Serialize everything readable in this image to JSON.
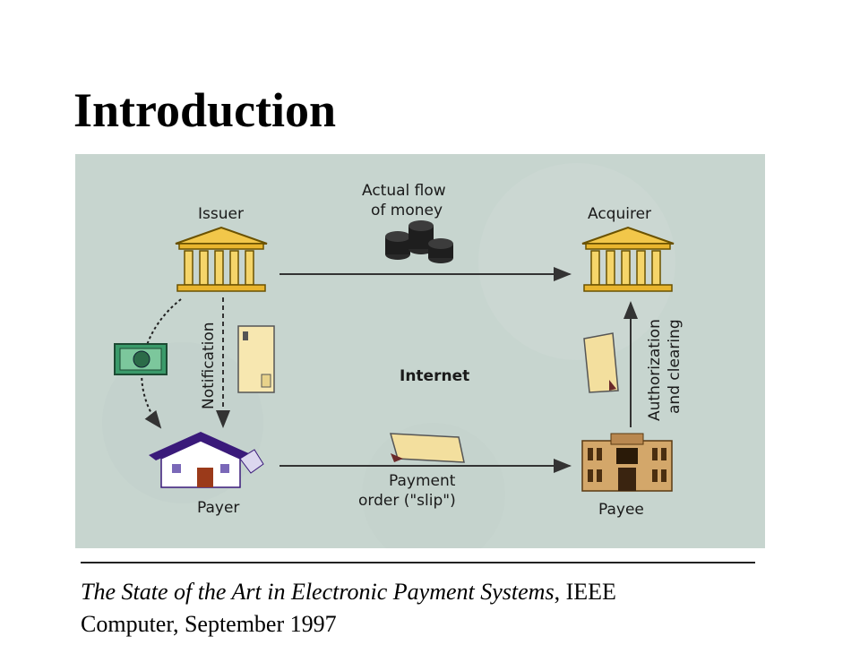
{
  "slide": {
    "title": "Introduction"
  },
  "diagram": {
    "issuer": "Issuer",
    "acquirer": "Acquirer",
    "payer": "Payer",
    "payee": "Payee",
    "money_flow_line1": "Actual flow",
    "money_flow_line2": "of money",
    "notification": "Notification",
    "internet": "Internet",
    "auth_line1": "Authorization",
    "auth_line2": "and clearing",
    "payment_line1": "Payment",
    "payment_line2": "order (\"slip\")"
  },
  "citation": {
    "title": "The State of the Art in Electronic Payment Systems",
    "rest_line1": ", IEEE",
    "line2": "Computer, September 1997"
  }
}
